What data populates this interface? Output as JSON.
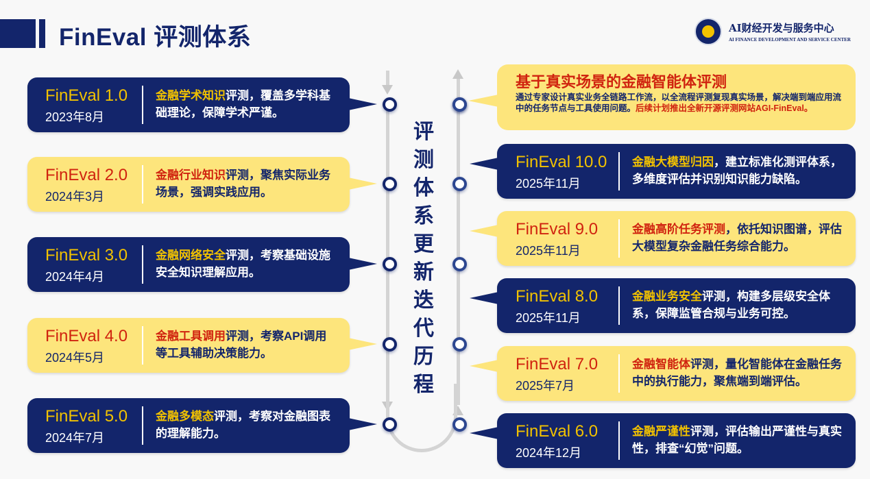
{
  "header": {
    "title": "FinEval 评测体系",
    "logo_cn": "AI财经开发与服务中心",
    "logo_en": "AI FINANCE DEVELOPMENT AND SERVICE CENTER"
  },
  "timeline_title": "评测体系更新迭代历程",
  "colors": {
    "navy": "#13256b",
    "yellow": "#fde57c",
    "gold": "#f2c200",
    "red": "#d0230f"
  },
  "left_cards": [
    {
      "version": "FinEval 1.0",
      "date": "2023年8月",
      "highlight": "金融学术知识",
      "text": "评测，覆盖多学科基础理论，保障学术严谨。",
      "style": "navy"
    },
    {
      "version": "FinEval 2.0",
      "date": "2024年3月",
      "highlight": "金融行业知识",
      "text": "评测，聚焦实际业务场景，强调实践应用。",
      "style": "yellow"
    },
    {
      "version": "FinEval 3.0",
      "date": "2024年4月",
      "highlight": "金融网络安全",
      "text": "评测，考察基础设施安全知识理解应用。",
      "style": "navy"
    },
    {
      "version": "FinEval 4.0",
      "date": "2024年5月",
      "highlight": "金融工具调用",
      "text": "评测，考察API调用等工具辅助决策能力。",
      "style": "yellow"
    },
    {
      "version": "FinEval 5.0",
      "date": "2024年7月",
      "highlight": "金融多模态",
      "text": "评测，考察对金融图表的理解能力。",
      "style": "navy"
    }
  ],
  "future_card": {
    "title": "基于真实场景的金融智能体评测",
    "body": "通过专家设计真实业务全链路工作流，以全流程评测复现真实场景，解决端到端应用流中的任务节点与工具使用问题。",
    "plan": "后续计划推出全新开源评测网站AGI-FinEval。"
  },
  "right_cards": [
    {
      "version": "FinEval 10.0",
      "date": "2025年11月",
      "highlight": "金融大模型归因",
      "text": "，建立标准化测评体系，多维度评估并识别知识能力缺陷。",
      "style": "navy"
    },
    {
      "version": "FinEval 9.0",
      "date": "2025年11月",
      "highlight": "金融高阶任务评测",
      "text": "，依托知识图谱，评估大模型复杂金融任务综合能力。",
      "style": "yellow"
    },
    {
      "version": "FinEval 8.0",
      "date": "2025年11月",
      "highlight": "金融业务安全",
      "text": "评测，构建多层级安全体系，保障监管合规与业务可控。",
      "style": "navy"
    },
    {
      "version": "FinEval 7.0",
      "date": "2025年7月",
      "highlight": "金融智能体",
      "text": "评测，量化智能体在金融任务中的执行能力，聚焦端到端评估。",
      "style": "yellow"
    },
    {
      "version": "FinEval 6.0",
      "date": "2024年12月",
      "highlight": "金融严谨性",
      "text": "评测，评估输出严谨性与真实性，排查“幻觉”问题。",
      "style": "navy"
    }
  ]
}
